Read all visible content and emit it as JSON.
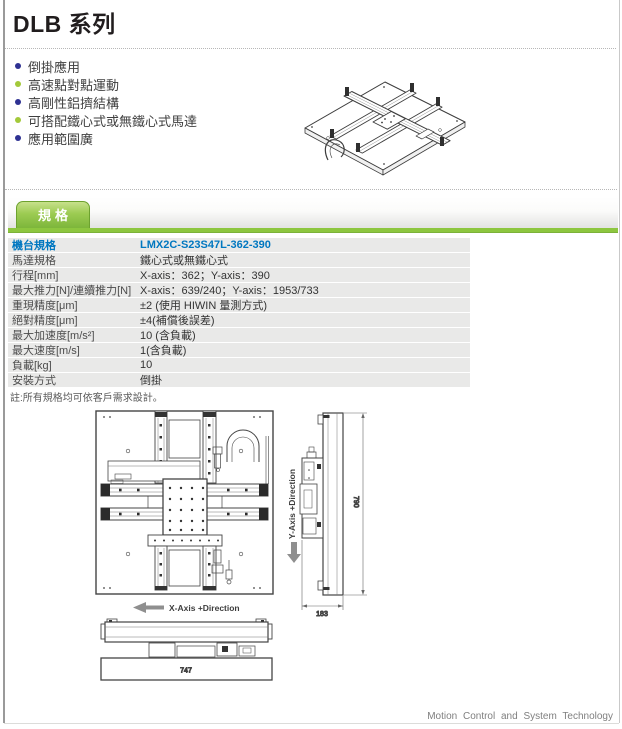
{
  "title": "DLB 系列",
  "features": [
    {
      "text": "倒掛應用",
      "bullet": "#2e3192"
    },
    {
      "text": "高速點對點運動",
      "bullet": "#a3c93a"
    },
    {
      "text": "高剛性鋁擠結構",
      "bullet": "#2e3192"
    },
    {
      "text": "可搭配鐵心式或無鐵心式馬達",
      "bullet": "#a3c93a"
    },
    {
      "text": "應用範圍廣",
      "bullet": "#2e3192"
    }
  ],
  "spec_section": {
    "tab_label": "規格",
    "rows": [
      {
        "label": "機台規格",
        "value": "LMX2C-S23S47L-362-390",
        "highlight": true
      },
      {
        "label": "馬達規格",
        "value": "鐵心式或無鐵心式"
      },
      {
        "label": "行程[mm]",
        "value": "X-axis：362；Y-axis：390"
      },
      {
        "label": "最大推力[N]/連續推力[N]",
        "value": "X-axis：639/240；Y-axis：1953/733"
      },
      {
        "label": "重現精度[μm]",
        "value": "±2 (使用 HIWIN 量測方式)"
      },
      {
        "label": "絕對精度[μm]",
        "value": "±4(補償後誤差)"
      },
      {
        "label": "最大加速度[m/s²]",
        "value": "10 (含負載)"
      },
      {
        "label": "最大速度[m/s]",
        "value": "1(含負載)"
      },
      {
        "label": "負載[kg]",
        "value": "10"
      },
      {
        "label": "安裝方式",
        "value": "倒掛"
      }
    ],
    "note": "註:所有規格均可依客戶需求設計。"
  },
  "drawing": {
    "x_axis_label": "X-Axis +Direction",
    "y_axis_label": "Y-Axis +Direction",
    "dim_height": "790",
    "dim_depth": "183",
    "dim_width": "747"
  },
  "footer": "Motion Control and System Technology",
  "colors": {
    "accent_green": "#8dc63f",
    "hiwin_blue": "#0077c0",
    "bullet_navy": "#2e3192",
    "bullet_green": "#a3c93a",
    "row_bg": "#e9e9e8"
  }
}
